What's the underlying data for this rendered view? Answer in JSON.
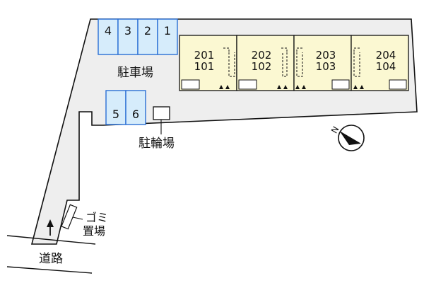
{
  "site_plan": {
    "parking_area_label": "駐車場",
    "bicycle_parking_label": "駐輪場",
    "garbage_label_line1": "ゴミ",
    "garbage_label_line2": "置場",
    "road_label": "道路",
    "north_label": "N",
    "parking_spaces_top": [
      "4",
      "3",
      "2",
      "1"
    ],
    "parking_spaces_bottom": [
      "5",
      "6"
    ],
    "units": [
      {
        "upper": "201",
        "lower": "101"
      },
      {
        "upper": "202",
        "lower": "102"
      },
      {
        "upper": "203",
        "lower": "103"
      },
      {
        "upper": "204",
        "lower": "104"
      }
    ]
  },
  "colors": {
    "lot_fill": "#eeeeee",
    "parking_fill": "#d6ecfb",
    "parking_stroke": "#2a6fd4",
    "building_fill": "#fbf8d2",
    "outline": "#111111"
  }
}
